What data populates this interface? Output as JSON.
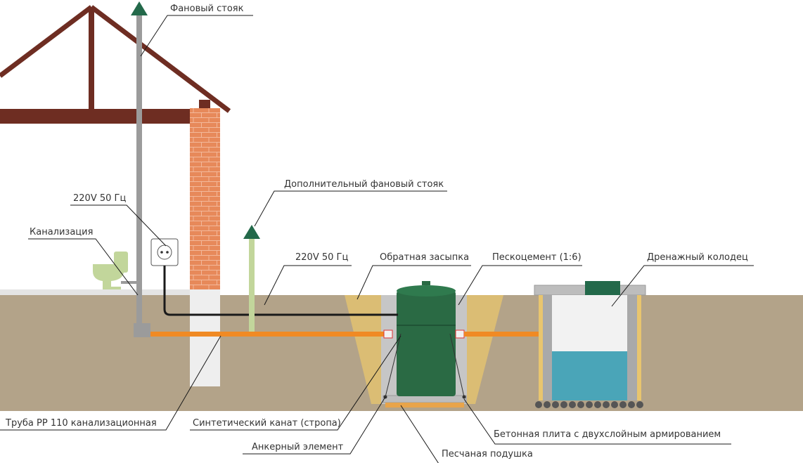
{
  "labels": {
    "fan_riser": "Фановый стояк",
    "power_left": "220V 50 Гц",
    "sewer": "Канализация",
    "extra_fan_riser": "Дополнительный фановый стояк",
    "power_right": "220V 50 Гц",
    "backfill": "Обратная засыпка",
    "sand_cement": "Пескоцемент (1:6)",
    "drain_well": "Дренажный колодец",
    "pipe": "Труба PP 110 канализационная",
    "rope": "Синтетический канат (стропа)",
    "anchor": "Анкерный элемент",
    "slab": "Бетонная плита с двухслойным армированием",
    "sand_cushion": "Песчаная подушка"
  },
  "colors": {
    "ground": "#b3a389",
    "roof": "#6e2d22",
    "brick": "#e7895a",
    "foundation": "#eeeeee",
    "tank": "#2a6a44",
    "pipe_orange": "#f08a24",
    "vent_green": "#c2d69b",
    "vent_cap": "#23694a",
    "riser_gray": "#9b9b9b",
    "water": "#4aa5b8",
    "sand": "#e8c56e",
    "concrete": "#bdbdbd"
  },
  "icons": {
    "riser_cap": "triangle-up-icon",
    "socket": "power-socket-icon",
    "toilet": "toilet-icon"
  }
}
